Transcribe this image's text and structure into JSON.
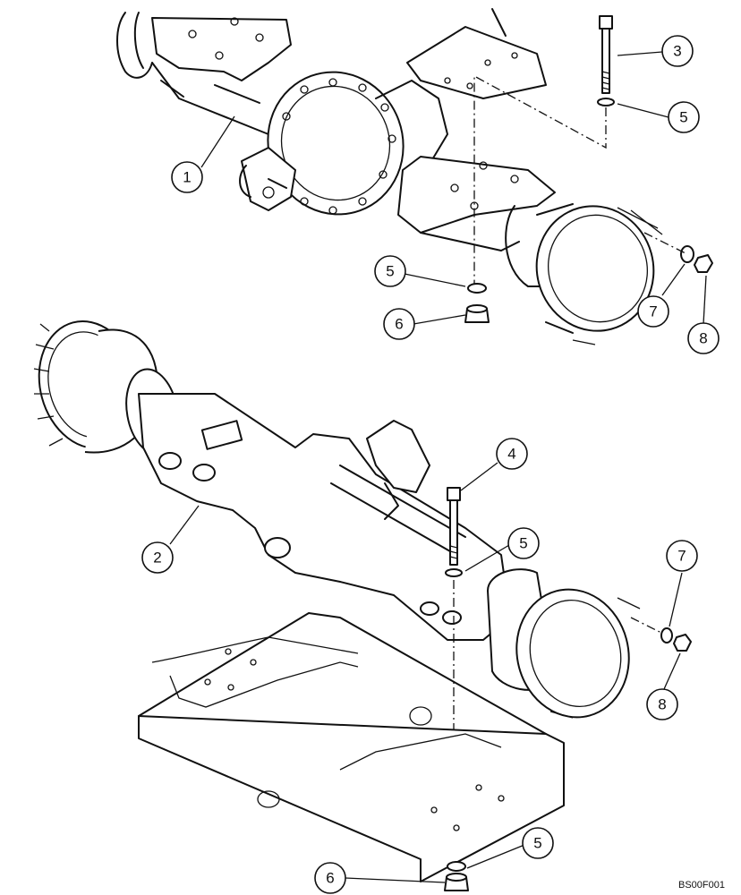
{
  "diagram_code": "BS00F001",
  "callouts": [
    {
      "id": "c1",
      "label": "1"
    },
    {
      "id": "c2",
      "label": "2"
    },
    {
      "id": "c3",
      "label": "3"
    },
    {
      "id": "c4",
      "label": "4"
    },
    {
      "id": "c5a",
      "label": "5"
    },
    {
      "id": "c5b",
      "label": "5"
    },
    {
      "id": "c5c",
      "label": "5"
    },
    {
      "id": "c5d",
      "label": "5"
    },
    {
      "id": "c6a",
      "label": "6"
    },
    {
      "id": "c6b",
      "label": "6"
    },
    {
      "id": "c7a",
      "label": "7"
    },
    {
      "id": "c7b",
      "label": "7"
    },
    {
      "id": "c8a",
      "label": "8"
    },
    {
      "id": "c8b",
      "label": "8"
    }
  ]
}
